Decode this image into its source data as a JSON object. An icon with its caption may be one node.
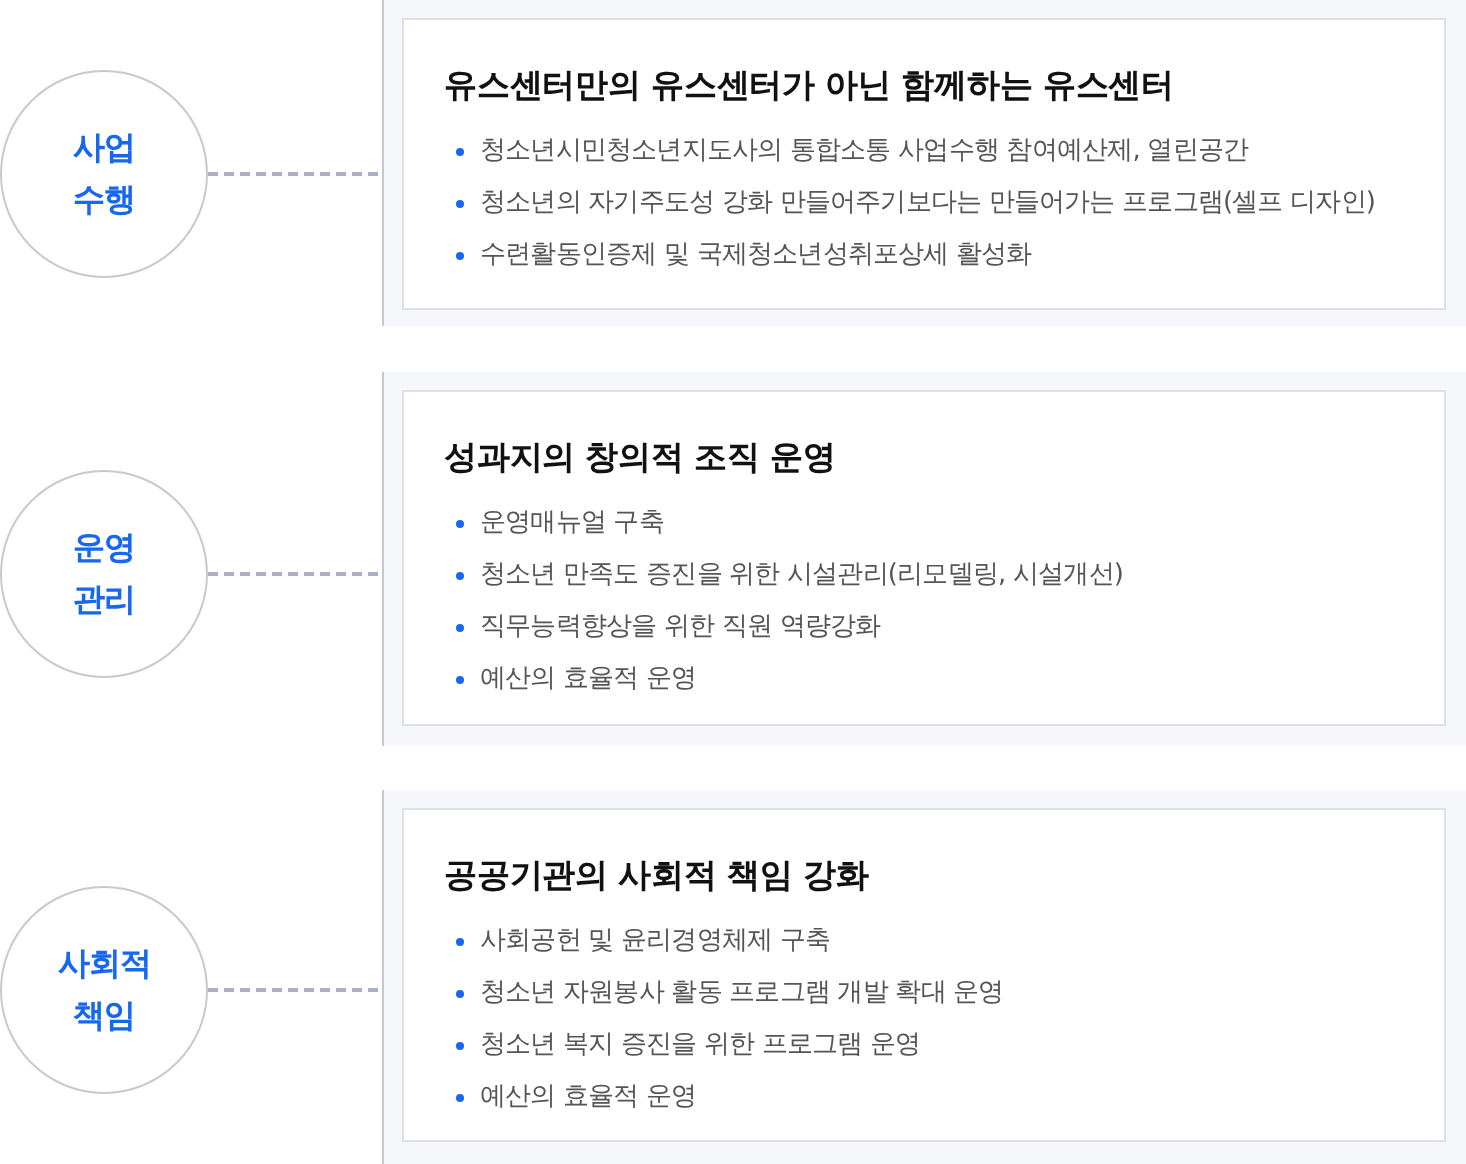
{
  "diagram": {
    "nodes": [
      {
        "text": [
          "사업 수행"
        ]
      },
      {
        "text": [],
        "shape": "box"
      },
      {
        "text": [
          "유스센터만의 유스센터가 아닌 함께하는 유스센터",
          "청소년시민청소년지도사의 통합소통 사업수행 참여예산제, 열린공간",
          "청소년의 자기주도성 강화 만들어주기보다는 만들어가는 프로그램(셀프 디자인)",
          "수련활동인증제 및 국제청소년성취포상세 활성화"
        ],
        "in": 1
      },
      {
        "text": [
          "운영 관리"
        ]
      },
      {
        "text": [],
        "shape": "box"
      },
      {
        "text": [
          "성과지의 창의적 조직 운영",
          "운영매뉴얼 구축",
          "청소년 만족도 증진을 위한 시설관리(리모델링, 시설개선)",
          "직무능력향상을 위한 직원 역량강화",
          "예산의 효율적 운영"
        ],
        "in": 4
      },
      {
        "text": [
          "사회적 책임"
        ]
      },
      {
        "text": [],
        "shape": "box"
      },
      {
        "text": [
          "공공기관의 사회적 책임 강화",
          "사회공헌 및 윤리경영체제 구축",
          "청소년 자원봉사 활동 프로그램 개발 확대 운영",
          "청소년 복지 증진을 위한 프로그램 운영",
          "예산의 효율적 운영"
        ],
        "in": 7
      }
    ],
    "edges": [
      {
        "from": 0,
        "to": 1,
        "arrow": "none",
        "style": "dashed"
      },
      {
        "from": 3,
        "to": 4,
        "arrow": "none",
        "style": "dashed"
      },
      {
        "from": 6,
        "to": 7,
        "arrow": "none",
        "style": "dashed"
      }
    ]
  }
}
